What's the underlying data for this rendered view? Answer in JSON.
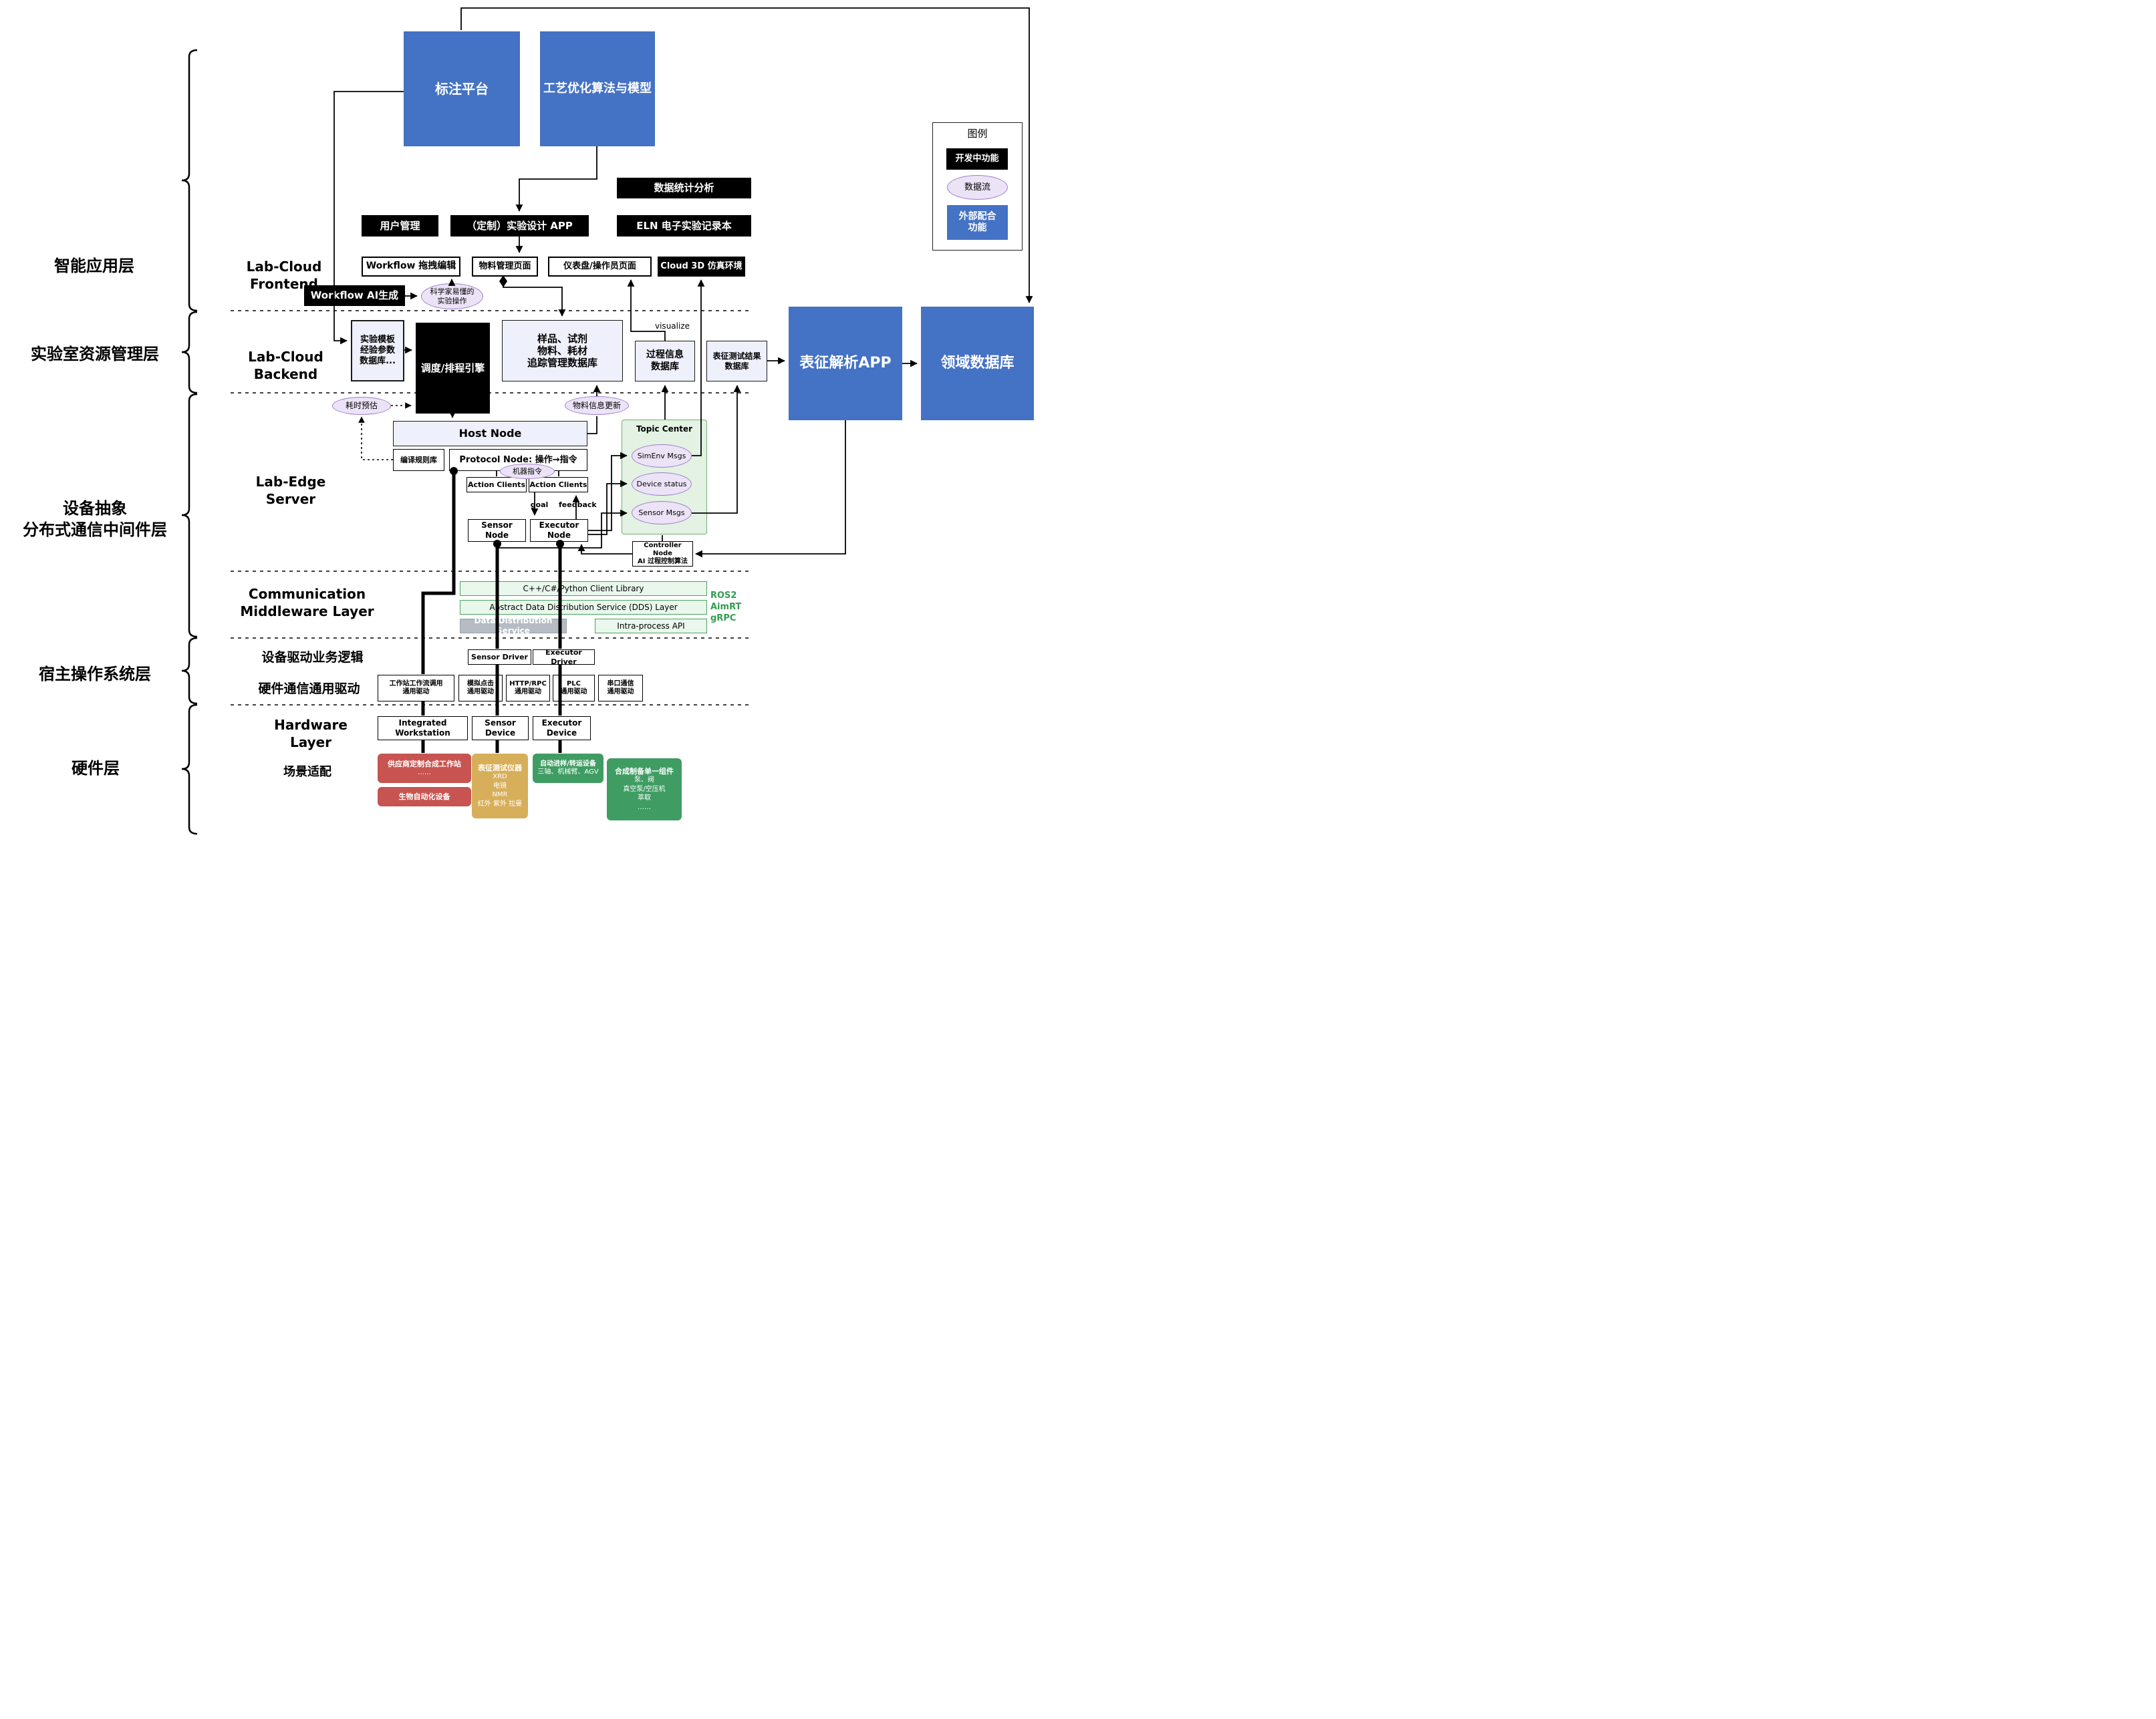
{
  "colors": {
    "blue": "#4472c4",
    "black": "#000000",
    "purple_fill": "#ece3f7",
    "purple_border": "#9b7fc7",
    "lavender": "#eef0fb",
    "green_fill": "#e9f7ed",
    "green_border": "#49a35e",
    "topic_fill": "#e3f2e3",
    "gray": "#b5bcc4",
    "red": "#c75450",
    "tan": "#d7af5a",
    "green_hw": "#3f9d63",
    "ros_green": "#2f9e4f"
  },
  "layers": {
    "app": "智能应用层",
    "resource": "实验室资源管理层",
    "device": "设备抽象\n分布式通信中间件层",
    "host_os": "宿主操作系统层",
    "hardware": "硬件层"
  },
  "top": {
    "annotation": "标注平台",
    "process_opt": "工艺优化算法与模型"
  },
  "legend": {
    "title": "图例",
    "in_dev": "开发中功能",
    "data_flow": "数据流",
    "external": "外部配合\n功能"
  },
  "frontend": {
    "label": "Lab-Cloud Frontend",
    "stats": "数据统计分析",
    "user_mgmt": "用户管理",
    "design_app": "（定制）实验设计 APP",
    "eln": "ELN 电子实验记录本",
    "workflow_edit": "Workflow 拖拽编辑",
    "material_page": "物料管理页面",
    "dashboard": "仪表盘/操作员页面",
    "cloud_3d": "Cloud 3D 仿真环境",
    "workflow_ai": "Workflow AI生成",
    "sci_ops": "科学家易懂的\n实验操作"
  },
  "backend": {
    "label": "Lab-Cloud Backend",
    "template_db": "实验模板\n经验参数\n数据库...",
    "scheduler": "调度/排程引擎",
    "sample_db": "样品、试剂\n物料、耗材\n追踪管理数据库",
    "visualize": "visualize",
    "process_db": "过程信息\n数据库",
    "result_db": "表征测试结果\n数据库",
    "char_app": "表征解析APP",
    "domain_db": "领域数据库",
    "time_estimate": "耗时预估",
    "material_update": "物料信息更新"
  },
  "edge": {
    "label": "Lab-Edge Server",
    "host_node": "Host Node",
    "compile_lib": "编译规则库",
    "protocol_node": "Protocol Node: 操作→指令",
    "machine_cmd": "机器指令",
    "action_clients_left": "Action Clients",
    "action_clients_right": "Action Clients",
    "goal": "goal",
    "feedback": "feedback",
    "sensor_node": "Sensor Node",
    "executor_node": "Executor Node",
    "topic_center": "Topic Center",
    "simenv_msgs": "SimEnv Msgs",
    "device_status": "Device status",
    "sensor_msgs": "Sensor Msgs",
    "controller_node": "Controller Node\nAI 过程控制算法"
  },
  "middleware": {
    "label": "Communication\nMiddleware Layer",
    "client_lib": "C++/C#/Python Client Library",
    "dds_abstract": "Abstract Data Distribution Service (DDS) Layer",
    "dds_service": "Data Distribution Service",
    "intra_api": "Intra-process API",
    "stack": "ROS2\nAimRT\ngRPC"
  },
  "host_os": {
    "driver_logic": "设备驱动业务逻辑",
    "sensor_driver": "Sensor Driver",
    "executor_driver": "Executor Driver",
    "hw_comm": "硬件通信通用驱动",
    "drv_workstation": "工作站工作流调用\n通用驱动",
    "drv_click": "模拟点击\n通用驱动",
    "drv_http": "HTTP/RPC\n通用驱动",
    "drv_plc": "PLC\n通用驱动",
    "drv_serial": "串口通信\n通用驱动"
  },
  "hardware": {
    "label": "Hardware Layer",
    "integrated_ws": "Integrated Workstation",
    "sensor_device": "Sensor Device",
    "executor_device": "Executor Device",
    "scene": "场景适配",
    "vendor_ws_title": "供应商定制合成工作站",
    "vendor_ws_sub": "……",
    "bio_auto": "生物自动化设备",
    "char_instr_title": "表征测试仪器",
    "char_instr_lines": "XRD\n电镜\nNMR\n红外 紫外 拉曼",
    "sampler_title": "自动进样/转运设备",
    "sampler_sub": "三轴、机械臂、AGV",
    "synth_title": "合成制备单一组件",
    "synth_lines": "泵、阀\n真空泵/空压机\n萃取\n……"
  }
}
